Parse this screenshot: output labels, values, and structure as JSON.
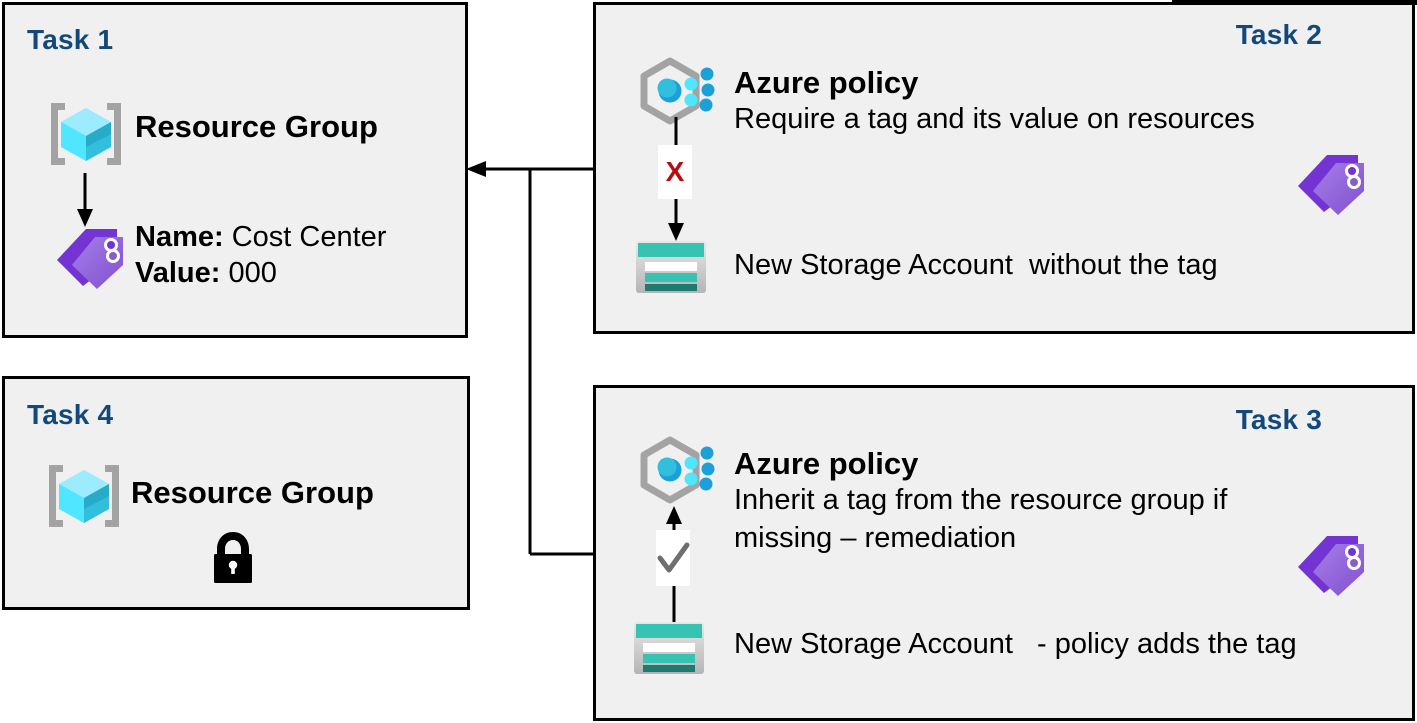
{
  "diagram": {
    "title": "Azure tagging policy task diagram",
    "background": "#ffffff",
    "panel_fill": "#f0f0f0",
    "panel_border": "#000000",
    "label_color": "#12497a",
    "accent_red": "#b50d10",
    "accent_purple": "#8661c5",
    "accent_cyan": "#32bedd",
    "accent_teal": "#37c2b1"
  },
  "panels": {
    "task1": {
      "label": "Task 1",
      "resource_group_title": "Resource Group",
      "name_key": "Name:",
      "name_value": " Cost Center",
      "value_key": "Value:",
      "value_value": " 000"
    },
    "task2": {
      "label": "Task 2",
      "policy_title": "Azure policy",
      "policy_desc": "Require a tag and its value on resources",
      "storage_text": "New Storage Account  without the tag",
      "marker": "X"
    },
    "task3": {
      "label": "Task 3",
      "policy_title": "Azure policy",
      "policy_desc_line1": "Inherit a tag from the resource group if",
      "policy_desc_line2": "missing – remediation",
      "storage_text": "New Storage Account   - policy adds the tag",
      "marker": "check"
    },
    "task4": {
      "label": "Task 4",
      "resource_group_title": "Resource Group"
    }
  },
  "icons": {
    "resource_group": "resource-group-icon",
    "tag": "tag-icon",
    "azure_policy": "azure-policy-icon",
    "storage_account": "storage-account-icon",
    "lock": "lock-icon",
    "arrow_down": "arrow-down-icon",
    "arrow_up": "arrow-up-icon",
    "arrow_left": "arrow-left-icon",
    "cross_mark": "cross-mark-icon",
    "check_mark": "check-mark-icon"
  }
}
